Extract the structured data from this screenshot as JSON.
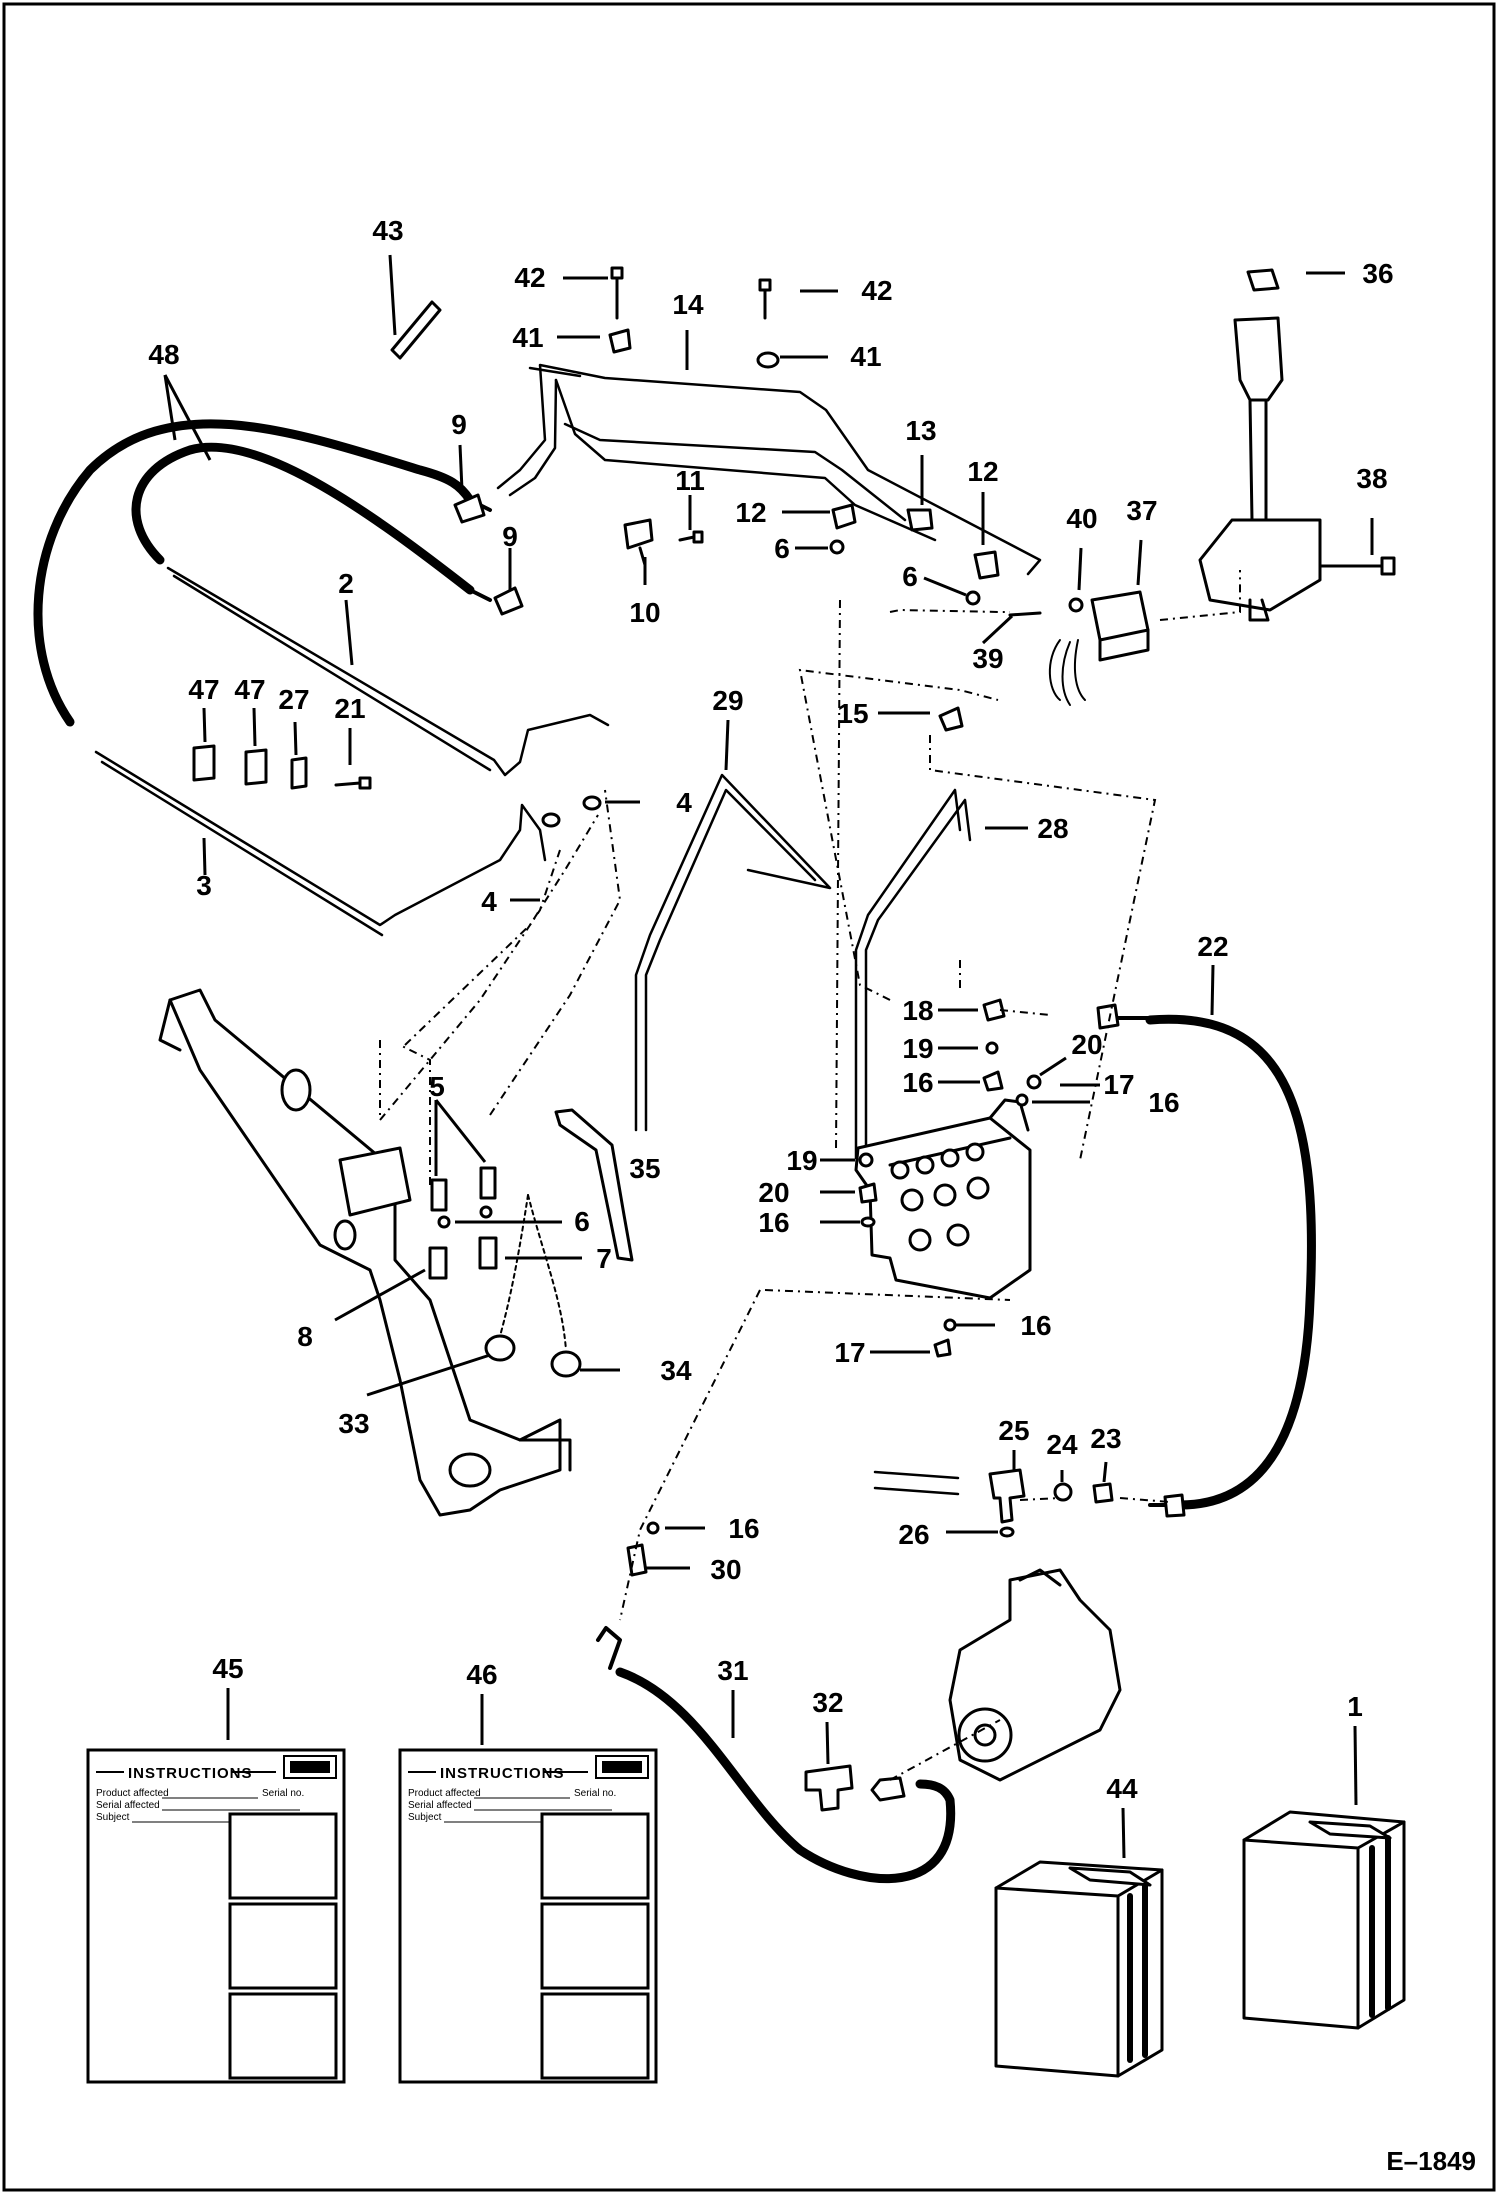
{
  "diagram": {
    "drawing_code": "E–1849",
    "callouts": [
      {
        "id": "c43",
        "text": "43"
      },
      {
        "id": "c42a",
        "text": "42"
      },
      {
        "id": "c42b",
        "text": "42"
      },
      {
        "id": "c14",
        "text": "14"
      },
      {
        "id": "c41a",
        "text": "41"
      },
      {
        "id": "c41b",
        "text": "41"
      },
      {
        "id": "c36",
        "text": "36"
      },
      {
        "id": "c48",
        "text": "48"
      },
      {
        "id": "c9a",
        "text": "9"
      },
      {
        "id": "c9b",
        "text": "9"
      },
      {
        "id": "c13",
        "text": "13"
      },
      {
        "id": "c11",
        "text": "11"
      },
      {
        "id": "c12a",
        "text": "12"
      },
      {
        "id": "c12b",
        "text": "12"
      },
      {
        "id": "c6a",
        "text": "6"
      },
      {
        "id": "c6b",
        "text": "6"
      },
      {
        "id": "c10",
        "text": "10"
      },
      {
        "id": "c40",
        "text": "40"
      },
      {
        "id": "c37",
        "text": "37"
      },
      {
        "id": "c38",
        "text": "38"
      },
      {
        "id": "c39",
        "text": "39"
      },
      {
        "id": "c2",
        "text": "2"
      },
      {
        "id": "c47a",
        "text": "47"
      },
      {
        "id": "c47b",
        "text": "47"
      },
      {
        "id": "c27",
        "text": "27"
      },
      {
        "id": "c21",
        "text": "21"
      },
      {
        "id": "c29",
        "text": "29"
      },
      {
        "id": "c15",
        "text": "15"
      },
      {
        "id": "c4a",
        "text": "4"
      },
      {
        "id": "c4b",
        "text": "4"
      },
      {
        "id": "c28",
        "text": "28"
      },
      {
        "id": "c3",
        "text": "3"
      },
      {
        "id": "c22",
        "text": "22"
      },
      {
        "id": "c18",
        "text": "18"
      },
      {
        "id": "c19a",
        "text": "19"
      },
      {
        "id": "c20a",
        "text": "20"
      },
      {
        "id": "c16a",
        "text": "16"
      },
      {
        "id": "c17a",
        "text": "17"
      },
      {
        "id": "c16b",
        "text": "16"
      },
      {
        "id": "c5",
        "text": "5"
      },
      {
        "id": "c35",
        "text": "35"
      },
      {
        "id": "c19b",
        "text": "19"
      },
      {
        "id": "c20b",
        "text": "20"
      },
      {
        "id": "c16c",
        "text": "16"
      },
      {
        "id": "c6c",
        "text": "6"
      },
      {
        "id": "c7",
        "text": "7"
      },
      {
        "id": "c8",
        "text": "8"
      },
      {
        "id": "c16d",
        "text": "16"
      },
      {
        "id": "c17b",
        "text": "17"
      },
      {
        "id": "c34",
        "text": "34"
      },
      {
        "id": "c33",
        "text": "33"
      },
      {
        "id": "c24",
        "text": "24"
      },
      {
        "id": "c25",
        "text": "25"
      },
      {
        "id": "c23",
        "text": "23"
      },
      {
        "id": "c26",
        "text": "26"
      },
      {
        "id": "c16e",
        "text": "16"
      },
      {
        "id": "c30",
        "text": "30"
      },
      {
        "id": "c45",
        "text": "45"
      },
      {
        "id": "c46",
        "text": "46"
      },
      {
        "id": "c31",
        "text": "31"
      },
      {
        "id": "c32",
        "text": "32"
      },
      {
        "id": "c1",
        "text": "1"
      },
      {
        "id": "c44",
        "text": "44"
      }
    ],
    "instruction_sheets": [
      {
        "title": "INSTRUCTIONS",
        "line1": "Product affected",
        "line2": "Serial affected",
        "line3": "Subject",
        "field_right": "Serial no."
      },
      {
        "title": "INSTRUCTIONS",
        "line1": "Product affected",
        "line2": "Serial affected",
        "line3": "Subject",
        "field_right": "Serial no."
      }
    ]
  }
}
